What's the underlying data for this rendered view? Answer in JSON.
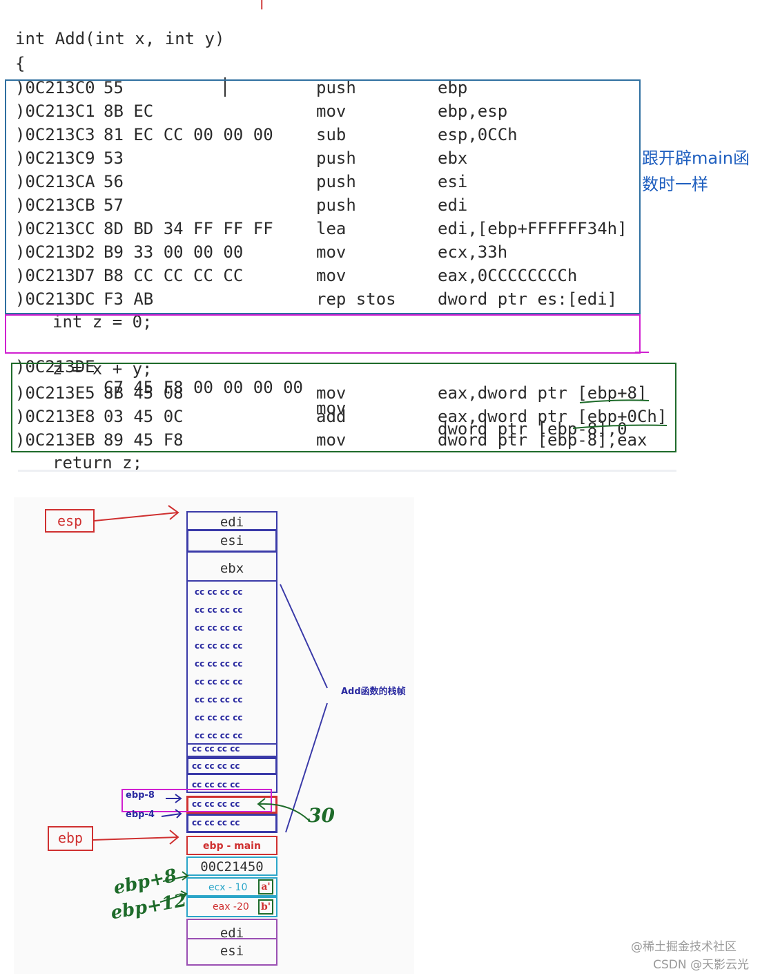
{
  "code": {
    "header_partial": "|",
    "signature": "int Add(int x, int y)",
    "open_brace": "{",
    "prologue": [
      {
        "addr": ")0C213C0",
        "bytes": "55",
        "mnemonic": "push",
        "operands": "ebp"
      },
      {
        "addr": ")0C213C1",
        "bytes": "8B EC",
        "mnemonic": "mov",
        "operands": "ebp,esp"
      },
      {
        "addr": ")0C213C3",
        "bytes": "81 EC CC 00 00 00",
        "mnemonic": "sub",
        "operands": "esp,0CCh"
      },
      {
        "addr": ")0C213C9",
        "bytes": "53",
        "mnemonic": "push",
        "operands": "ebx"
      },
      {
        "addr": ")0C213CA",
        "bytes": "56",
        "mnemonic": "push",
        "operands": "esi"
      },
      {
        "addr": ")0C213CB",
        "bytes": "57",
        "mnemonic": "push",
        "operands": "edi"
      },
      {
        "addr": ")0C213CC",
        "bytes": "8D BD 34 FF FF FF",
        "mnemonic": "lea",
        "operands": "edi,[ebp+FFFFFF34h]"
      },
      {
        "addr": ")0C213D2",
        "bytes": "B9 33 00 00 00",
        "mnemonic": "mov",
        "operands": "ecx,33h"
      },
      {
        "addr": ")0C213D7",
        "bytes": "B8 CC CC CC CC",
        "mnemonic": "mov",
        "operands": "eax,0CCCCCCCCh"
      },
      {
        "addr": ")0C213DC",
        "bytes": "F3 AB",
        "mnemonic": "rep stos",
        "operands": "dword ptr es:[edi]"
      }
    ],
    "stmt1": "int z = 0;",
    "stmt1_asm": {
      "addr": ")0C213DE",
      "bytes": "C7 45 F8 00 00 00 00",
      "mnemonic": "mov",
      "operands": "dword ptr [ebp-8],0"
    },
    "stmt2": "z = x + y;",
    "stmt2_asm": [
      {
        "addr": ")0C213E5",
        "bytes": "8B 45 08",
        "mnemonic": "mov",
        "operands": "eax,dword ptr [ebp+8]"
      },
      {
        "addr": ")0C213E8",
        "bytes": "03 45 0C",
        "mnemonic": "add",
        "operands": "eax,dword ptr [ebp+0Ch]"
      },
      {
        "addr": ")0C213EB",
        "bytes": "89 45 F8",
        "mnemonic": "mov",
        "operands": "dword ptr [ebp-8],eax"
      }
    ],
    "stmt3": "return z;"
  },
  "note": {
    "line1": "跟开辟main函",
    "line2": "数时一样"
  },
  "stack": {
    "esp_label": "esp",
    "ebp_label": "ebp",
    "cells_top": [
      "edi",
      "esi",
      "ebx"
    ],
    "cc_text": "cc cc cc cc",
    "frame_label": "Add函数的栈帧",
    "ebp_minus_8": "ebp-8",
    "ebp_minus_4": "ebp-4",
    "ebp_main": "ebp - main",
    "ret_addr": "00C21450",
    "ecx_cell": "ecx - 10",
    "eax_cell": "eax -20",
    "param_a": "a'",
    "param_b": "b'",
    "cells_bottom": [
      "edi",
      "esi"
    ],
    "hand_30": "30",
    "hand_ebp8": "ebp+8",
    "hand_ebp12": "ebp+12"
  },
  "watermark": {
    "line1": "@稀土掘金技术社区",
    "line2": "CSDN @天影云光"
  },
  "colors": {
    "blue_box": "#2f6fa0",
    "magenta_box": "#d020d0",
    "green_box": "#1e6b2a",
    "red": "#cf3030",
    "stack_border": "#3a3aa8"
  }
}
